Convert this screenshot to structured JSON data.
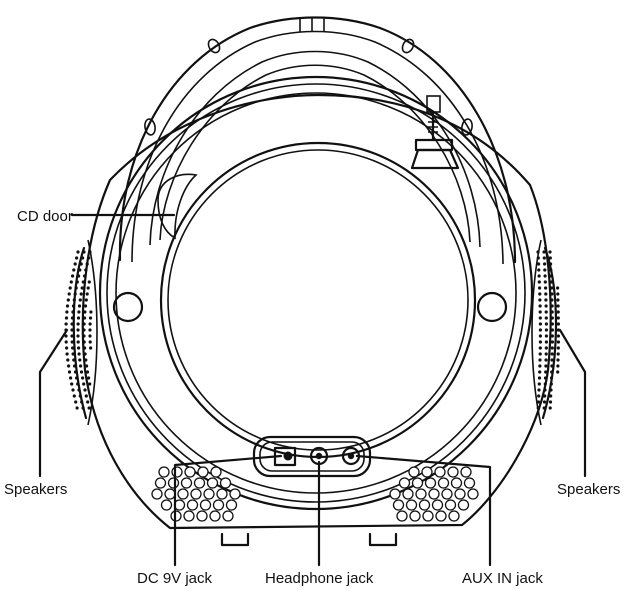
{
  "labels": {
    "cd_door": "CD door",
    "speakers_left": "Speakers",
    "speakers_right": "Speakers",
    "dc_jack": "DC 9V jack",
    "headphone_jack": "Headphone jack",
    "aux_jack": "AUX IN jack"
  }
}
